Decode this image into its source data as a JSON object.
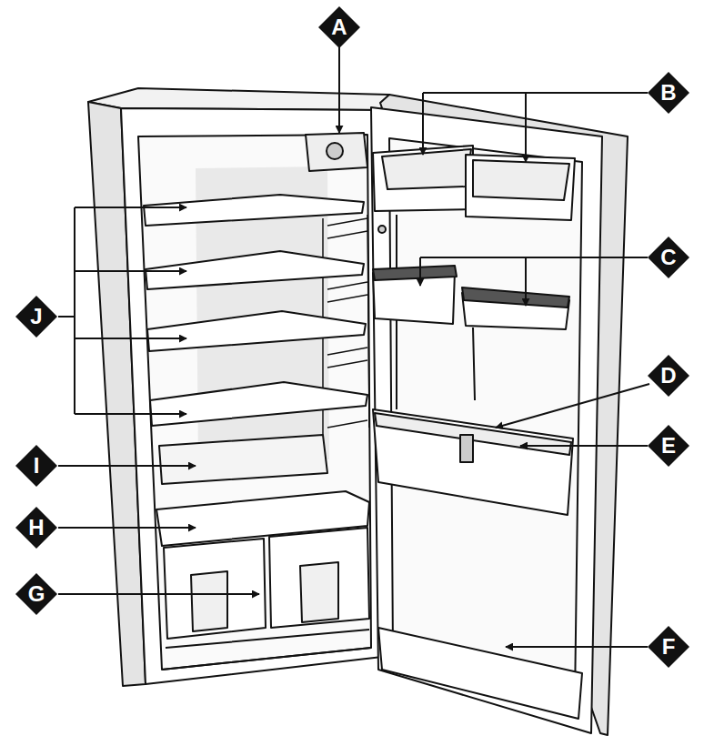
{
  "diagram": {
    "nodes": [
      {
        "text": [
          "A"
        ]
      },
      {
        "text": [
          "B"
        ]
      },
      {
        "text": [
          "C"
        ]
      },
      {
        "text": [
          "J"
        ]
      },
      {
        "text": [
          "D"
        ]
      },
      {
        "text": [
          "E"
        ]
      },
      {
        "text": [
          "I"
        ]
      },
      {
        "text": [
          "H"
        ]
      },
      {
        "text": [
          "G"
        ]
      },
      {
        "text": [
          "F"
        ]
      }
    ]
  }
}
